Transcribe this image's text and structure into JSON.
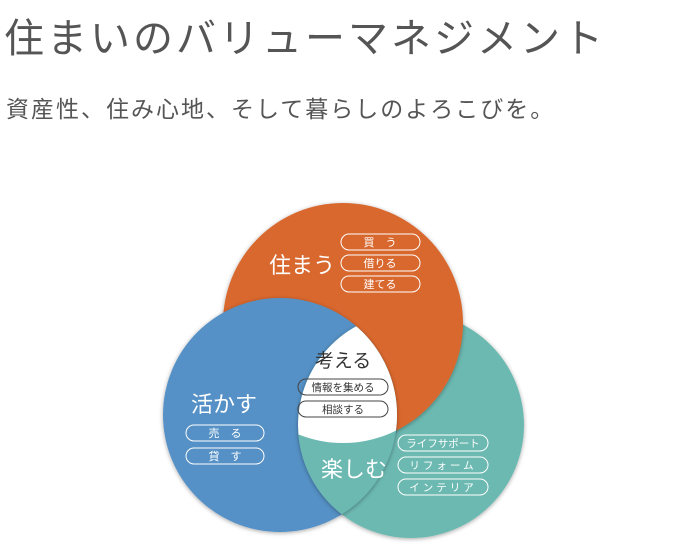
{
  "header": {
    "title": "住まいのバリューマネジメント",
    "subtitle": "資産性、住み心地、そして暮らしのよろこびを。"
  },
  "colors": {
    "sumau": "#d9682f",
    "ikasu": "#5591c6",
    "tanoshimu": "#6cb9b1",
    "center": "#ffffff",
    "text": "#555555"
  },
  "diagram": {
    "sumau": {
      "title": "住まう",
      "items": [
        "買　う",
        "借りる",
        "建てる"
      ]
    },
    "ikasu": {
      "title": "活かす",
      "items": [
        "売　る",
        "貸　す"
      ]
    },
    "tanoshimu": {
      "title": "楽しむ",
      "items": [
        "ライフサポート",
        "リフォーム",
        "インテリア"
      ]
    },
    "kangaeru": {
      "title": "考える",
      "items": [
        "情報を集める",
        "相談する"
      ]
    }
  }
}
